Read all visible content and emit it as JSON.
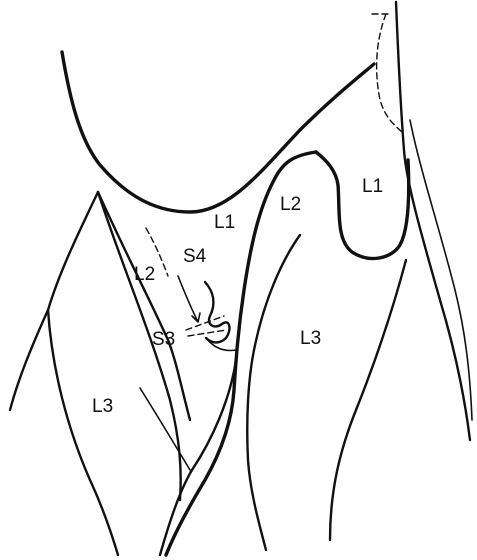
{
  "labels": {
    "l1_center": "L1",
    "l1_right": "L1",
    "l2_left": "L2",
    "l2_center": "L2",
    "s4": "S4",
    "s3": "S3",
    "l3_left": "L3",
    "l3_right": "L3"
  },
  "style": {
    "ink": "#111111",
    "background": "#ffffff"
  }
}
